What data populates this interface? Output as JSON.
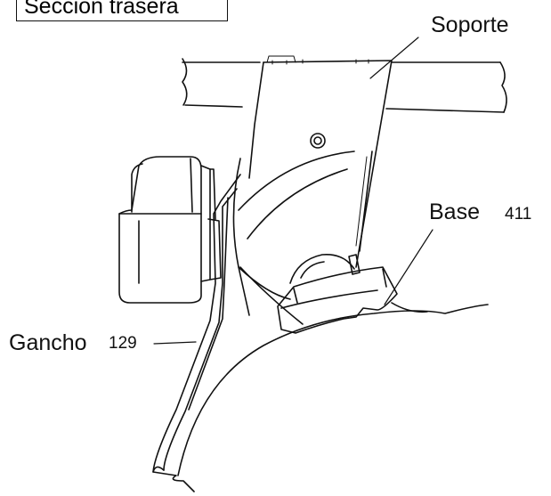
{
  "title": "Sección trasera",
  "labels": {
    "soporte": "Soporte",
    "base": "Base",
    "base_num": "411",
    "gancho": "Gancho",
    "gancho_num": "129"
  },
  "colors": {
    "line": "#111111",
    "background": "#ffffff"
  }
}
